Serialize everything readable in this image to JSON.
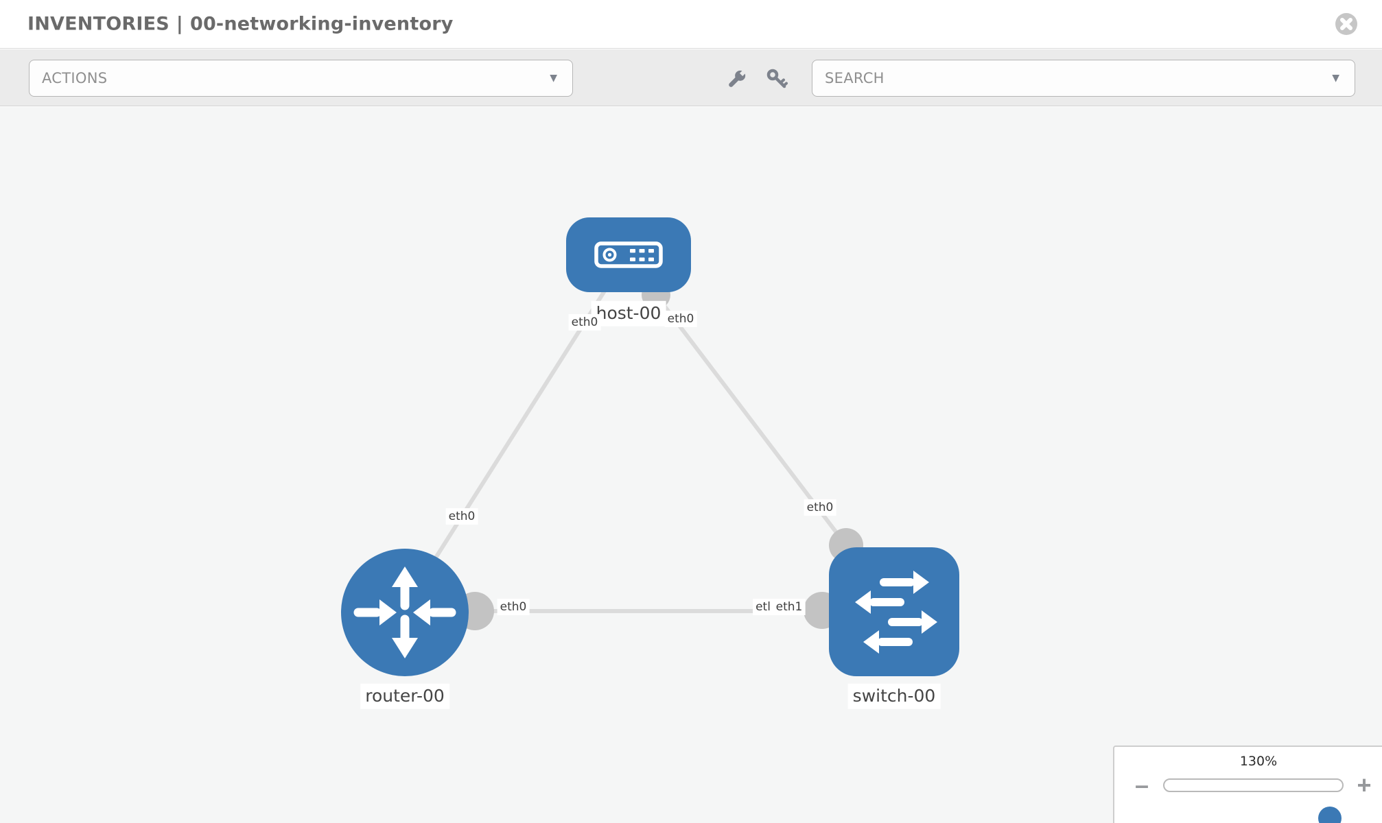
{
  "header": {
    "section_label": "INVENTORIES",
    "separator": "|",
    "inventory_name": "00-networking-inventory"
  },
  "toolbar": {
    "actions_dropdown": {
      "label": "ACTIONS"
    },
    "search_dropdown": {
      "label": "SEARCH"
    },
    "caret_icon": "▼"
  },
  "topology": {
    "nodes": [
      {
        "id": "host-00",
        "type": "host",
        "label": "host-00"
      },
      {
        "id": "router-00",
        "type": "router",
        "label": "router-00"
      },
      {
        "id": "switch-00",
        "type": "switch",
        "label": "switch-00"
      }
    ],
    "links": [
      {
        "from": "host-00",
        "to": "router-00",
        "from_label": "eth0",
        "to_label": "eth0"
      },
      {
        "from": "host-00",
        "to": "switch-00",
        "from_label": "eth0",
        "to_label": "eth0"
      },
      {
        "from": "router-00",
        "to": "switch-00",
        "from_label": "eth0",
        "to_label": "eth1",
        "to_label_clipped": "etl"
      }
    ]
  },
  "zoom_control": {
    "level": "130%",
    "minus_label": "–",
    "plus_label": "+"
  },
  "colors": {
    "node_blue": "#3b79b5",
    "edge_gray": "#dbdbdb",
    "port_gray": "#c3c3c3",
    "toolbar_gray": "#ebebeb",
    "canvas_gray": "#f5f6f6"
  }
}
